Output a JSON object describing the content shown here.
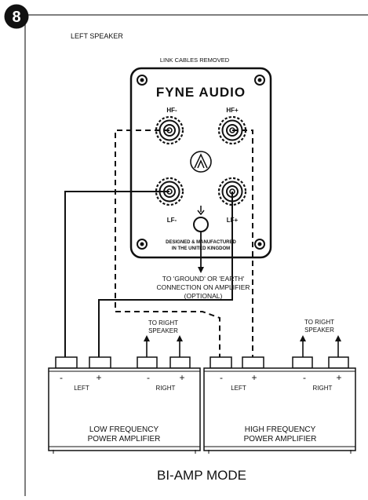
{
  "step_badge": {
    "number": "8"
  },
  "header": {
    "title": "LEFT SPEAKER"
  },
  "panel": {
    "note": "LINK CABLES REMOVED",
    "brand": "FYNE AUDIO",
    "labels": {
      "hf_minus": "HF-",
      "hf_plus": "HF+",
      "lf_minus": "LF-",
      "lf_plus": "LF+"
    },
    "footer_line1": "DESIGNED & MANUFACTURED",
    "footer_line2": "IN THE UNITED KINGDOM"
  },
  "ground_note": {
    "line1": "TO 'GROUND' OR 'EARTH'",
    "line2": "CONNECTION ON AMPLIFIER",
    "line3": "(OPTIONAL)"
  },
  "amplifiers": [
    {
      "name_line1": "LOW FREQUENCY",
      "name_line2": "POWER AMPLIFIER",
      "left_label": "LEFT",
      "right_label": "RIGHT",
      "right_speaker_line1": "TO RIGHT",
      "right_speaker_line2": "SPEAKER",
      "minus": "-",
      "plus": "+"
    },
    {
      "name_line1": "HIGH FREQUENCY",
      "name_line2": "POWER AMPLIFIER",
      "left_label": "LEFT",
      "right_label": "RIGHT",
      "right_speaker_line1": "TO RIGHT",
      "right_speaker_line2": "SPEAKER",
      "minus": "-",
      "plus": "+"
    }
  ],
  "caption": "BI-AMP MODE",
  "colors": {
    "ink": "#111111",
    "frame": "#555555",
    "paper": "#ffffff"
  }
}
